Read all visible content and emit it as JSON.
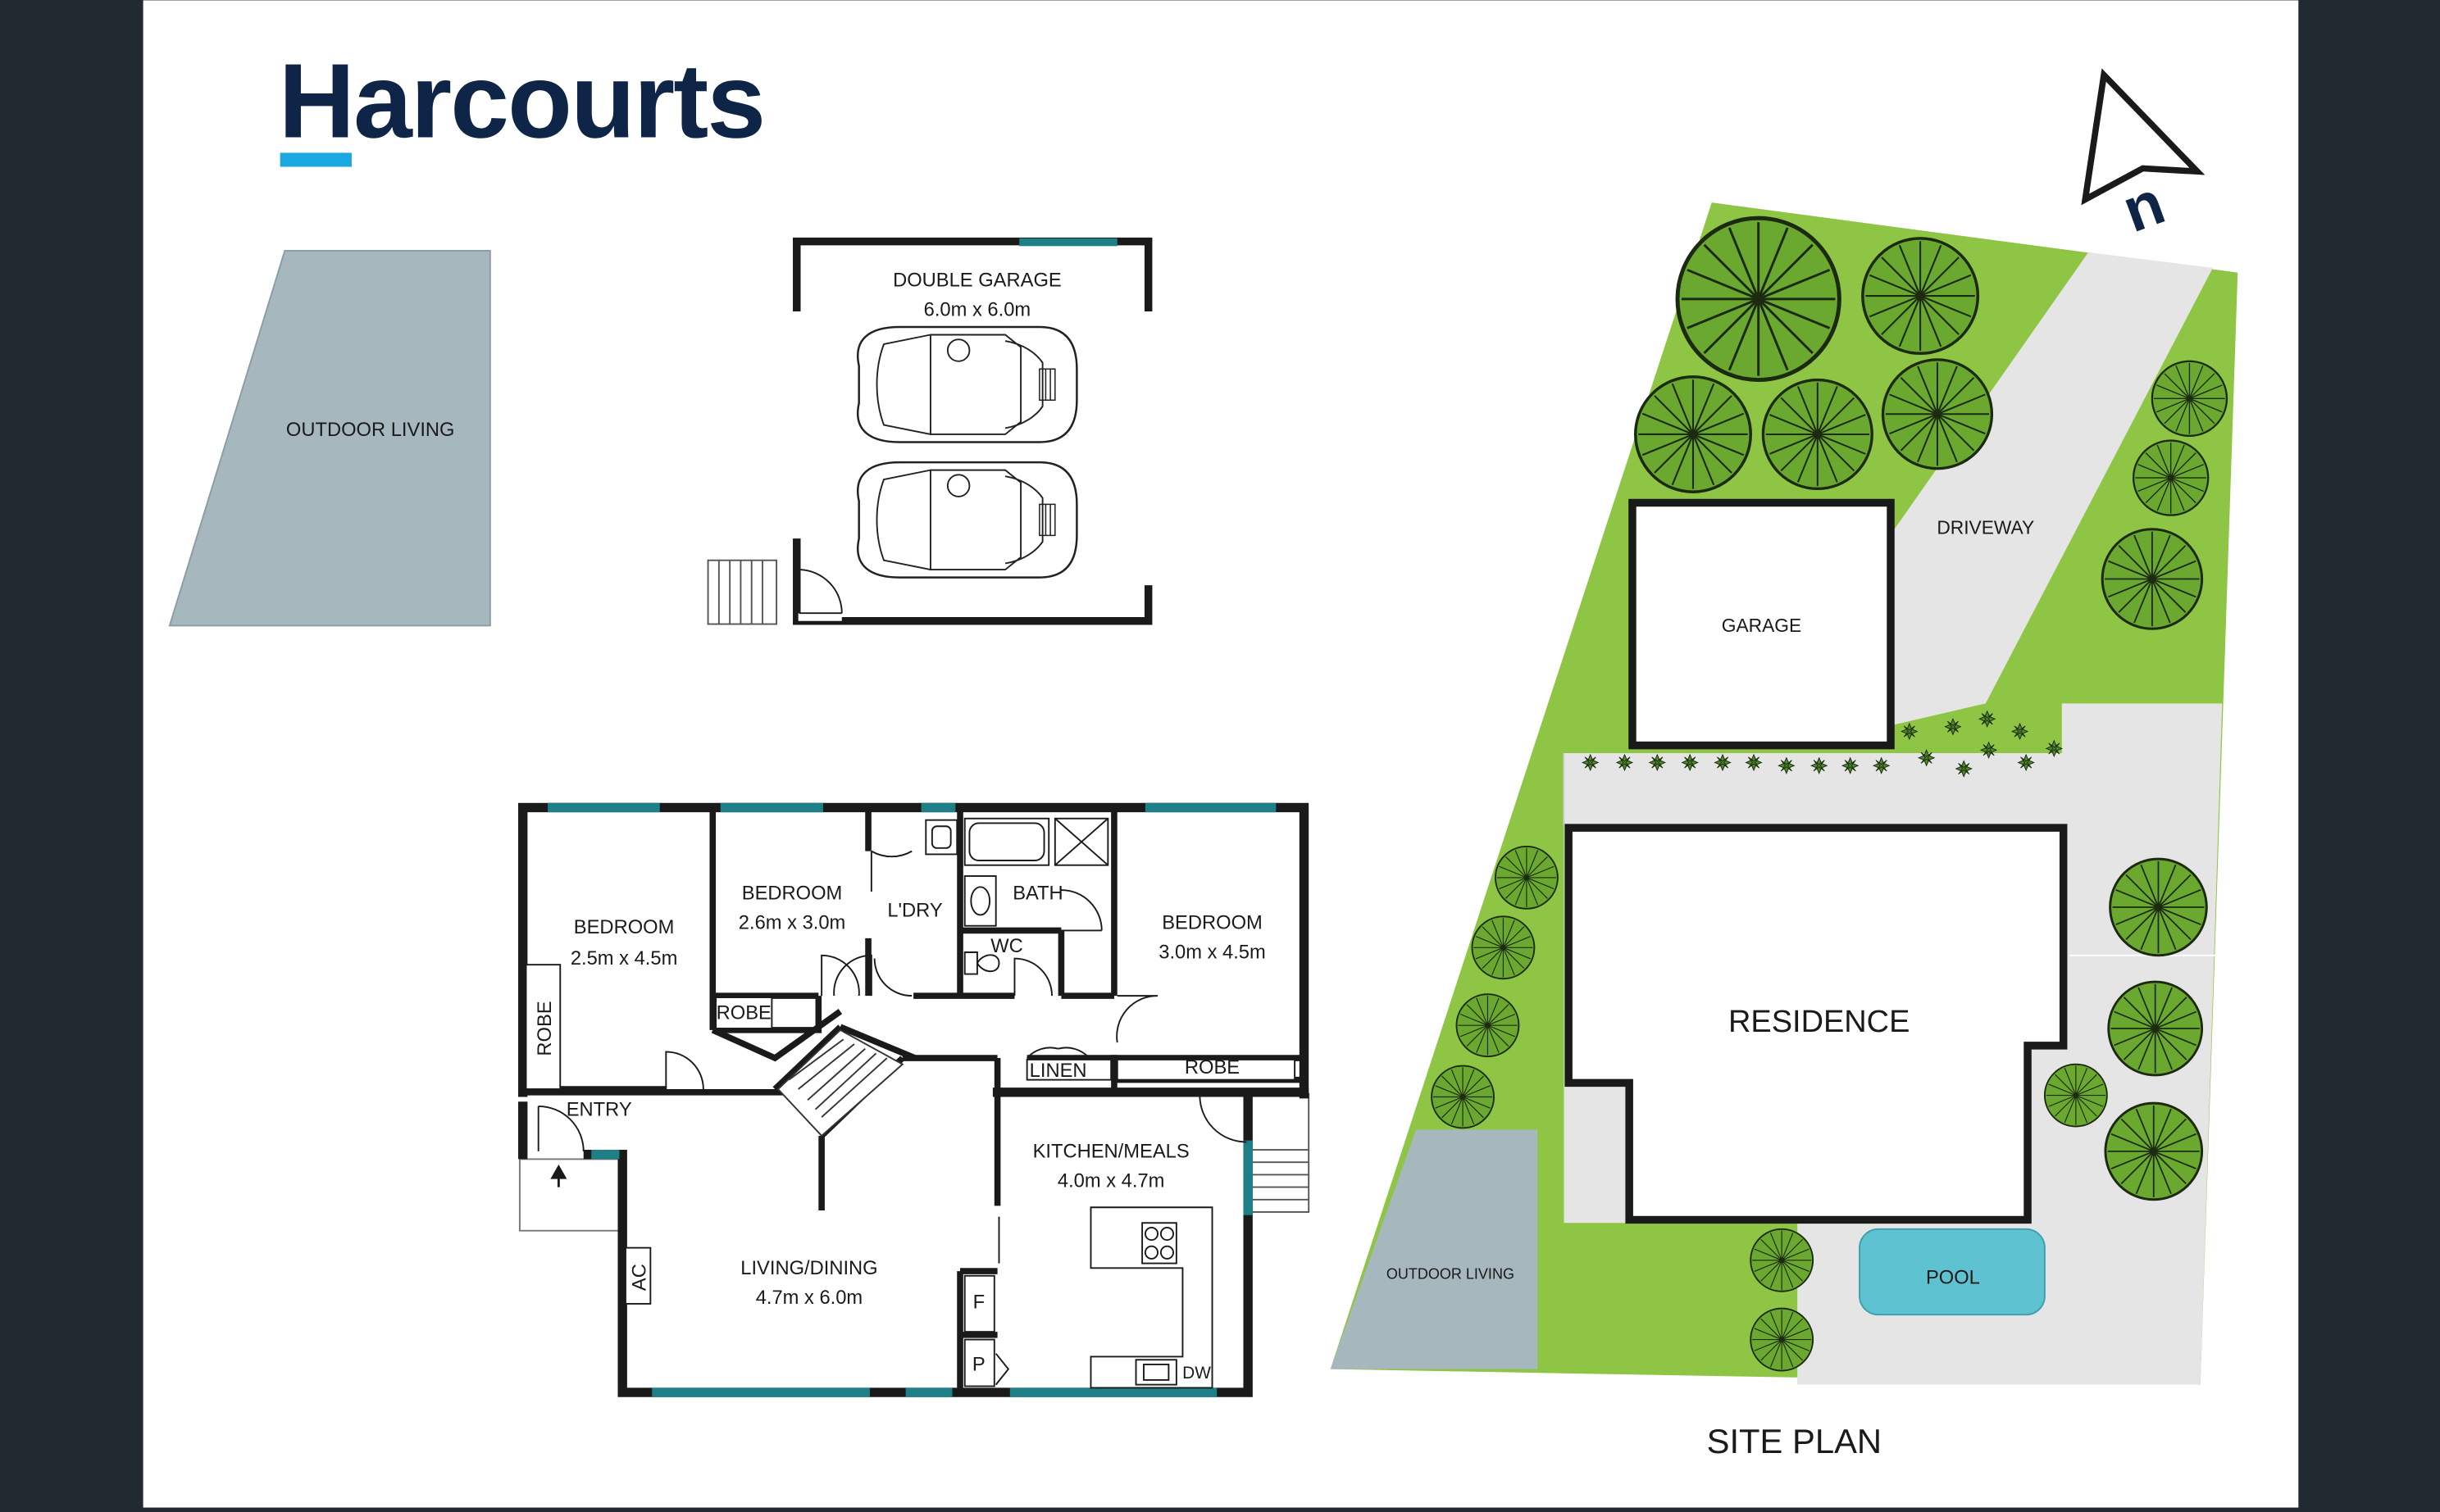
{
  "brand": {
    "logo_text": "Harcourts",
    "primary_color": "#0f2547",
    "accent_color": "#19a8e0"
  },
  "colors": {
    "background": "#222a31",
    "paper": "#ffffff",
    "wall": "#1a1a1a",
    "window": "#1e7f86",
    "outdoor": "#a6b7bd",
    "lawn": "#8fc544",
    "paving": "#e5e5e5",
    "pool": "#5fc2d0",
    "tree": "#6aa82f"
  },
  "detached": {
    "outdoor_living": "OUTDOOR LIVING",
    "garage_name": "DOUBLE GARAGE",
    "garage_size": "6.0m x 6.0m"
  },
  "floor_plan": {
    "bedroom1": {
      "name": "BEDROOM",
      "size": "2.5m x 4.5m"
    },
    "bedroom2": {
      "name": "BEDROOM",
      "size": "2.6m x 3.0m"
    },
    "bedroom3": {
      "name": "BEDROOM",
      "size": "3.0m x 4.5m"
    },
    "laundry": "L'DRY",
    "bath": "BATH",
    "wc": "WC",
    "robe_vertical": "ROBE",
    "robe_small": "ROBE",
    "robe_right": "ROBE",
    "linen": "LINEN",
    "entry": "ENTRY",
    "kitchen": {
      "name": "KITCHEN/MEALS",
      "size": "4.0m x 4.7m"
    },
    "living": {
      "name": "LIVING/DINING",
      "size": "4.7m x 6.0m"
    },
    "ac": "AC",
    "fridge": "F",
    "pantry": "P",
    "dishwasher": "DW"
  },
  "site_plan": {
    "title": "SITE PLAN",
    "garage": "GARAGE",
    "driveway": "DRIVEWAY",
    "residence": "RESIDENCE",
    "outdoor_living": "OUTDOOR LIVING",
    "pool": "POOL",
    "north_icon": "north-arrow-icon",
    "north_letter": "n"
  }
}
